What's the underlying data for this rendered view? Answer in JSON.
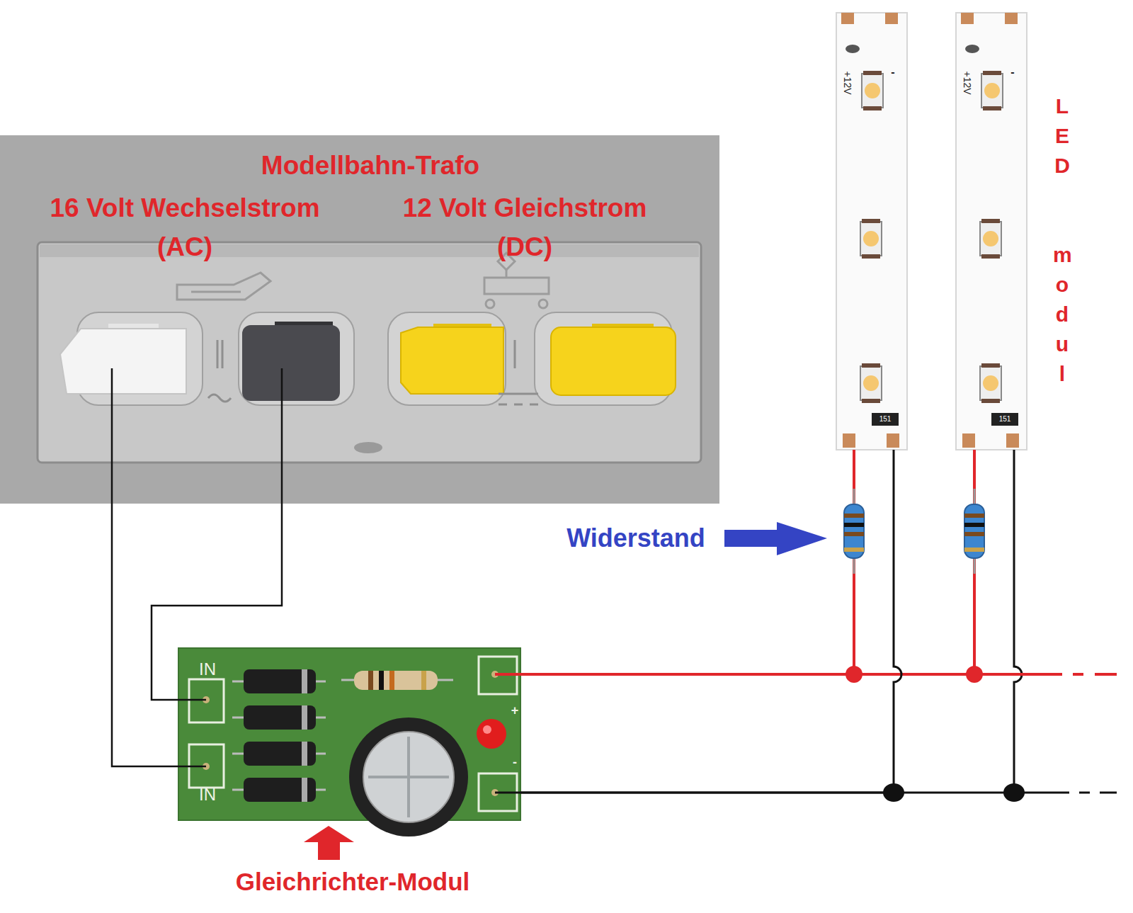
{
  "diagram": {
    "nodes": [
      {
        "text": [
          "Modellbahn-Trafo",
          "16 Volt Wechselstrom (AC)",
          "12 Volt Gleichstrom (DC)"
        ]
      },
      {
        "text": [
          "IN",
          "IN",
          "+",
          "-"
        ]
      },
      {
        "text": [
          "+12V",
          "-",
          "151"
        ]
      },
      {
        "text": [
          "+12V",
          "-",
          "151"
        ]
      }
    ],
    "edges": [
      {
        "from": 0,
        "to": 1,
        "arrow": "none"
      },
      {
        "from": 0,
        "to": 1,
        "arrow": "none"
      },
      {
        "from": 1,
        "to": 2,
        "arrow": "none"
      },
      {
        "from": 1,
        "to": 3,
        "arrow": "none"
      },
      {
        "from": 1,
        "to": 2,
        "arrow": "none"
      },
      {
        "from": 1,
        "to": 3,
        "arrow": "none"
      }
    ],
    "labels": [
      "Widerstand",
      "LED",
      "modul",
      "Gleichrichter-Modul"
    ]
  }
}
